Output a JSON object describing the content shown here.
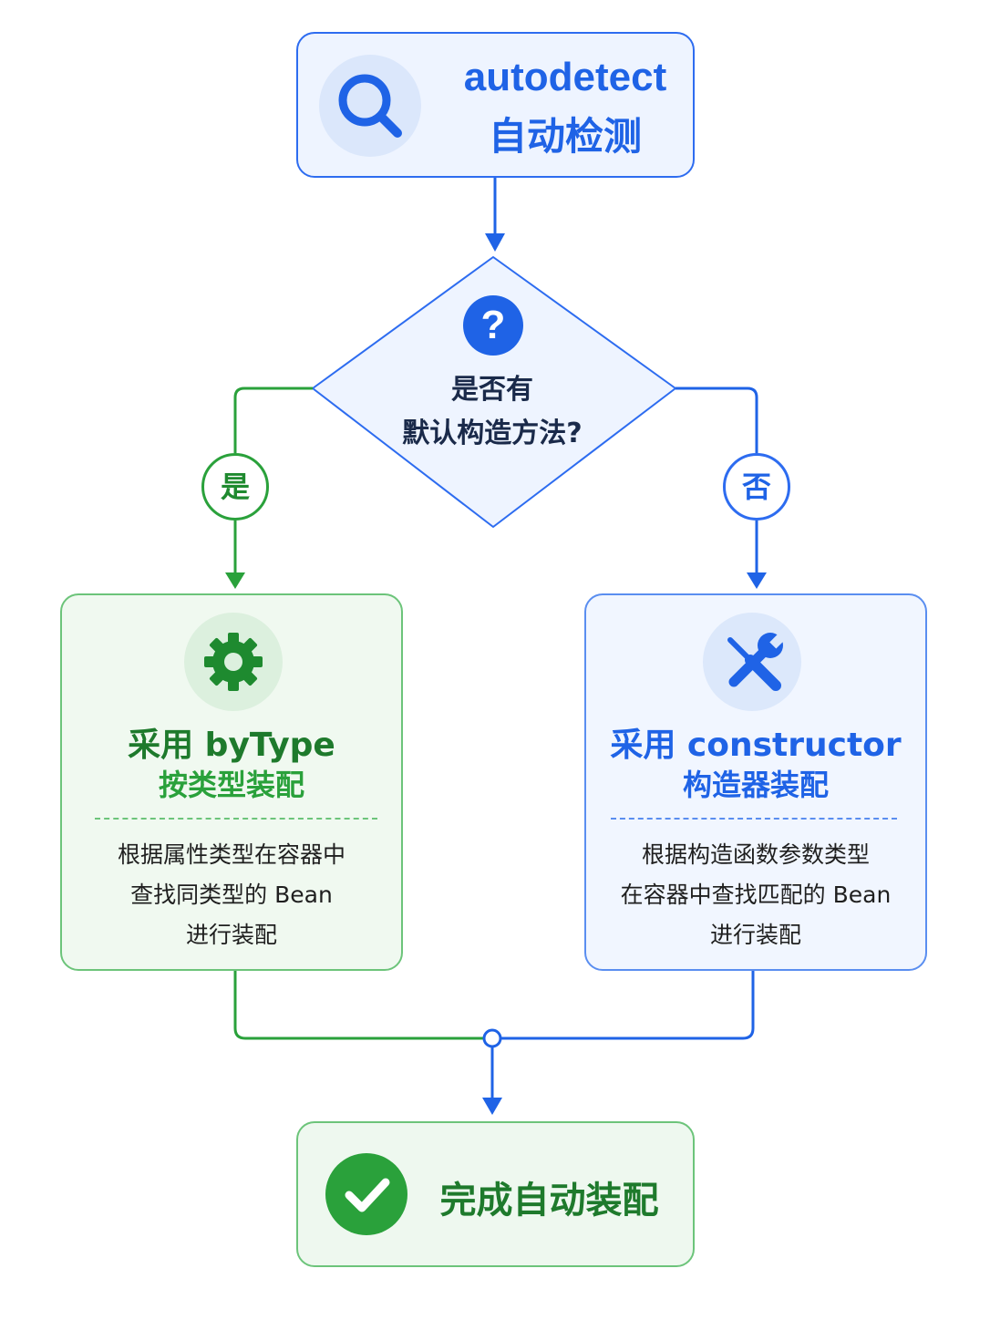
{
  "start": {
    "title_en": "autodetect",
    "title_cn": "自动检测",
    "icon": "search-icon"
  },
  "decision": {
    "icon": "question-icon",
    "symbol": "?",
    "line1": "是否有",
    "line2": "默认构造方法?"
  },
  "branches": {
    "yes_label": "是",
    "no_label": "否"
  },
  "left_card": {
    "icon": "gear-icon",
    "title": "采用 byType",
    "subtitle": "按类型装配",
    "desc_line1": "根据属性类型在容器中",
    "desc_line2": "查找同类型的 Bean",
    "desc_line3": "进行装配"
  },
  "right_card": {
    "icon": "tools-icon",
    "title": "采用 constructor",
    "subtitle": "构造器装配",
    "desc_line1": "根据构造函数参数类型",
    "desc_line2": "在容器中查找匹配的 Bean",
    "desc_line3": "进行装配"
  },
  "end": {
    "icon": "check-icon",
    "label": "完成自动装配"
  },
  "colors": {
    "blue": "#1f63e6",
    "green": "#2aa13b",
    "dark_green": "#1e7a2c"
  }
}
